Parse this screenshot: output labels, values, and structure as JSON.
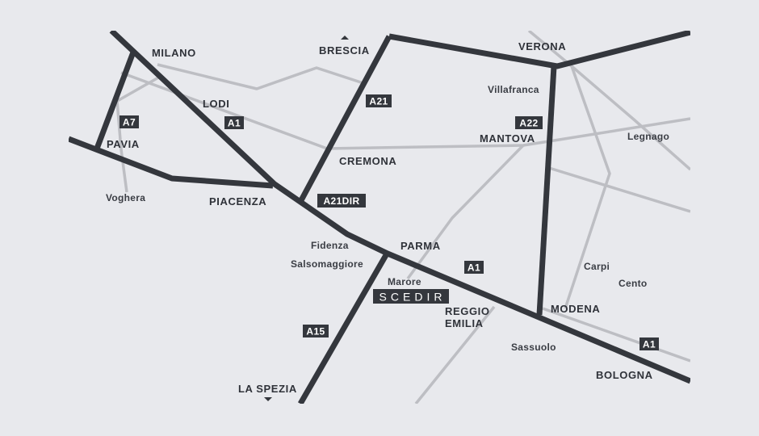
{
  "map": {
    "brand": "SCEDIR",
    "colors": {
      "background": "#e8e9ed",
      "highway": "#34373d",
      "road": "#bdbec3",
      "label": "#2f3239"
    },
    "cities": {
      "milano": "MILANO",
      "brescia": "BRESCIA",
      "verona": "VERONA",
      "lodi": "LODI",
      "pavia": "PAVIA",
      "cremona": "CREMONA",
      "mantova": "MANTOVA",
      "piacenza": "PIACENZA",
      "parma": "PARMA",
      "reggio_line1": "REGGIO",
      "reggio_line2": "EMILIA",
      "modena": "MODENA",
      "bologna": "BOLOGNA",
      "la_spezia": "LA SPEZIA"
    },
    "towns": {
      "villafranca": "Villafranca",
      "legnago": "Legnago",
      "voghera": "Voghera",
      "fidenza": "Fidenza",
      "salsomaggiore": "Salsomaggiore",
      "marore": "Marore",
      "carpi": "Carpi",
      "cento": "Cento",
      "sassuolo": "Sassuolo"
    },
    "highways": {
      "a7": "A7",
      "a1_lodi": "A1",
      "a21": "A21",
      "a22": "A22",
      "a21dir": "A21DIR",
      "a1_parma": "A1",
      "a15": "A15",
      "a1_bologna": "A1"
    },
    "direction_arrows": [
      "up-arrow-icon",
      "down-arrow-icon"
    ]
  }
}
